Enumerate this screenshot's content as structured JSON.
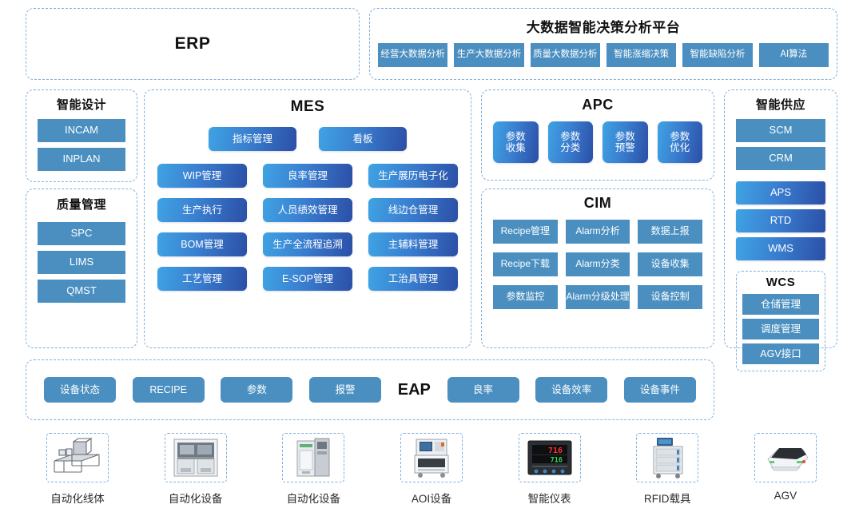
{
  "erp": {
    "title": "ERP"
  },
  "bigdata": {
    "title": "大数据智能决策分析平台",
    "items": [
      "经营大数据分析",
      "生产大数据分析",
      "质量大数据分析",
      "智能涨缩决策",
      "智能缺陷分析",
      "AI算法"
    ]
  },
  "design": {
    "title": "智能设计",
    "items": [
      "INCAM",
      "INPLAN"
    ]
  },
  "quality": {
    "title": "质量管理",
    "items": [
      "SPC",
      "LIMS",
      "QMST"
    ]
  },
  "mes": {
    "title": "MES",
    "top_items": [
      "指标管理",
      "看板"
    ],
    "grid_items": [
      "WIP管理",
      "良率管理",
      "生产展历电子化",
      "生产执行",
      "人员绩效管理",
      "线边仓管理",
      "BOM管理",
      "生产全流程追溯",
      "主辅料管理",
      "工艺管理",
      "E-SOP管理",
      "工治具管理"
    ]
  },
  "apc": {
    "title": "APC",
    "items": [
      {
        "line1": "参数",
        "line2": "收集"
      },
      {
        "line1": "参数",
        "line2": "分类"
      },
      {
        "line1": "参数",
        "line2": "预警"
      },
      {
        "line1": "参数",
        "line2": "优化"
      }
    ]
  },
  "cim": {
    "title": "CIM",
    "items": [
      "Recipe管理",
      "Alarm分析",
      "数据上报",
      "Recipe下载",
      "Alarm分类",
      "设备收集",
      "参数监控",
      "Alarm分级处理",
      "设备控制"
    ]
  },
  "supply": {
    "title": "智能供应",
    "top_items": [
      "SCM",
      "CRM"
    ],
    "mid_items": [
      "APS",
      "RTD",
      "WMS"
    ],
    "wcs": {
      "title": "WCS",
      "items": [
        "仓储管理",
        "调度管理",
        "AGV接口"
      ]
    }
  },
  "eap": {
    "label": "EAP",
    "left_items": [
      "设备状态",
      "RECIPE",
      "参数",
      "报警"
    ],
    "right_items": [
      "良率",
      "设备效率",
      "设备事件"
    ]
  },
  "devices": [
    {
      "caption": "自动化线体",
      "icon": "automation-line-icon"
    },
    {
      "caption": "自动化设备",
      "icon": "automation-equipment-icon"
    },
    {
      "caption": "自动化设备",
      "icon": "automation-machine-icon"
    },
    {
      "caption": "AOI设备",
      "icon": "aoi-equipment-icon"
    },
    {
      "caption": "智能仪表",
      "icon": "smart-meter-icon",
      "display": "716"
    },
    {
      "caption": "RFID载具",
      "icon": "rfid-carrier-icon"
    },
    {
      "caption": "AGV",
      "icon": "agv-robot-icon"
    }
  ],
  "colors": {
    "chip_flat": "#4a8fc0",
    "gradient_start": "#3fa3e3",
    "gradient_end": "#2b4fa6",
    "dashed_border": "#7fb0de"
  }
}
